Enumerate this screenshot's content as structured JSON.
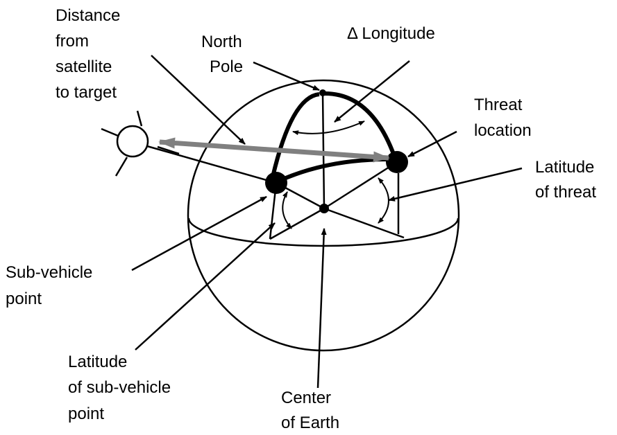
{
  "title": "Satellite-to-target geometry on Earth sphere",
  "labels": {
    "distance": [
      "Distance",
      "from",
      "satellite",
      "to target"
    ],
    "north_pole": [
      "North",
      "Pole"
    ],
    "delta_longitude": [
      "Δ Longitude"
    ],
    "threat_location": [
      "Threat",
      "location"
    ],
    "latitude_threat": [
      "Latitude",
      "of threat"
    ],
    "sub_vehicle": [
      "Sub-vehicle",
      "point"
    ],
    "latitude_sub_vehicle": [
      "Latitude",
      "of sub-vehicle",
      "point"
    ],
    "center_earth": [
      "Center",
      "of Earth"
    ]
  },
  "colors": {
    "ink": "#000000",
    "range_arrow": "#808080"
  }
}
